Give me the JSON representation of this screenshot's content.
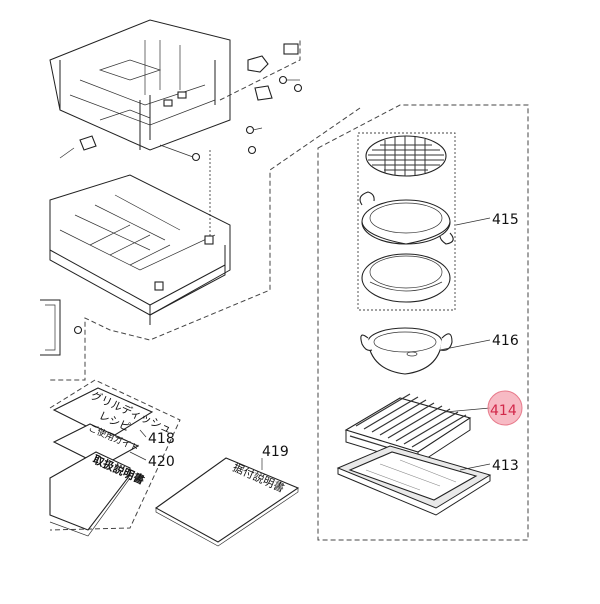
{
  "labels": {
    "p413": "413",
    "p414": "414",
    "p415": "415",
    "p416": "416",
    "p418": "418",
    "p419": "419",
    "p420": "420"
  },
  "documents": {
    "recipe_title_1": "グリルディッシュ",
    "recipe_title_2": "レシピ",
    "usage_guide": "ご使用ガイド",
    "manual": "取扱説明書",
    "install_manual": "据付説明書"
  },
  "colors": {
    "highlight": "#f0788c",
    "highlight_text": "#d2284a",
    "line": "#222222"
  }
}
